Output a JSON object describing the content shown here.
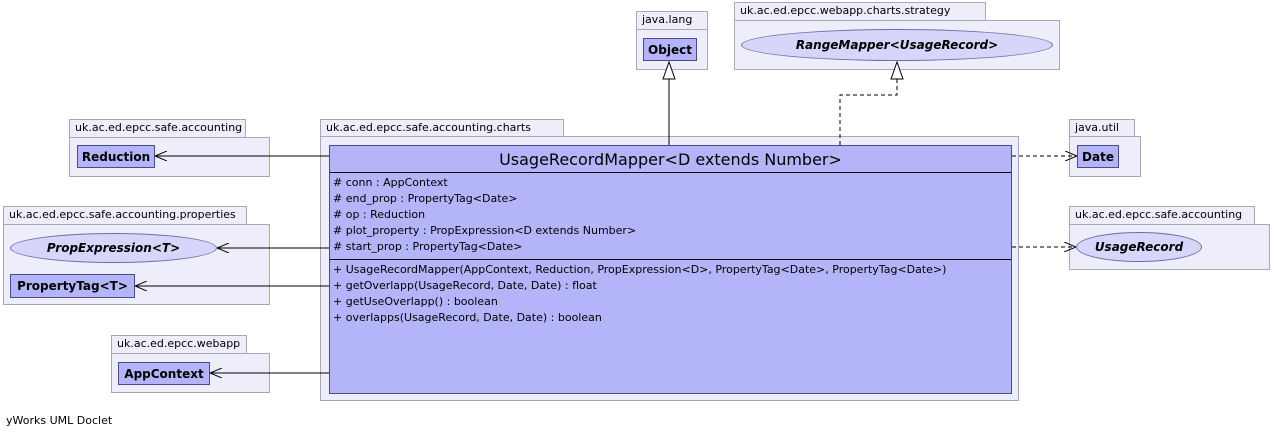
{
  "packages": {
    "java_lang": "java.lang",
    "strategy": "uk.ac.ed.epcc.webapp.charts.strategy",
    "safe_accounting": "uk.ac.ed.epcc.safe.accounting",
    "charts": "uk.ac.ed.epcc.safe.accounting.charts",
    "java_util": "java.util",
    "properties": "uk.ac.ed.epcc.safe.accounting.properties",
    "safe_accounting_2": "uk.ac.ed.epcc.safe.accounting",
    "webapp": "uk.ac.ed.epcc.webapp"
  },
  "classes": {
    "object": "Object",
    "range_mapper": "RangeMapper<UsageRecord>",
    "reduction": "Reduction",
    "date": "Date",
    "prop_expression": "PropExpression<T>",
    "usage_record": "UsageRecord",
    "property_tag": "PropertyTag<T>",
    "app_context": "AppContext"
  },
  "main_class": {
    "title": "UsageRecordMapper<D extends Number>",
    "fields": [
      "# conn : AppContext",
      "# end_prop : PropertyTag<Date>",
      "# op : Reduction",
      "# plot_property : PropExpression<D extends Number>",
      "# start_prop : PropertyTag<Date>"
    ],
    "methods": [
      "+ UsageRecordMapper(AppContext, Reduction, PropExpression<D>, PropertyTag<Date>, PropertyTag<Date>)",
      "+ getOverlapp(UsageRecord, Date, Date) : float",
      "+ getUseOverlapp() : boolean",
      "+ overlapps(UsageRecord, Date, Date) : boolean"
    ]
  },
  "footer": "yWorks UML Doclet"
}
